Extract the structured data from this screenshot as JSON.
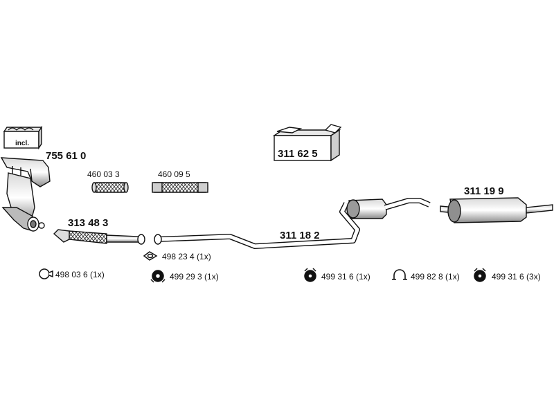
{
  "parts": {
    "manifold": "755 61 0",
    "incl": "incl.",
    "kit_box": "311 62 5",
    "flex_a": "460 03 3",
    "flex_b": "460 09 5",
    "front_pipe": "313 48 3",
    "middle_section": "311 18 2",
    "rear_silencer": "311 19 9"
  },
  "hardware": {
    "gasket_ring": "498 03 6 (1x)",
    "gasket_flat": "498 23 4 (1x)",
    "clamp_a": "499 29 3 (1x)",
    "mount_a": "499 31 6 (1x)",
    "clip": "499 82 8 (1x)",
    "mount_b": "499 31 6 (3x)"
  }
}
